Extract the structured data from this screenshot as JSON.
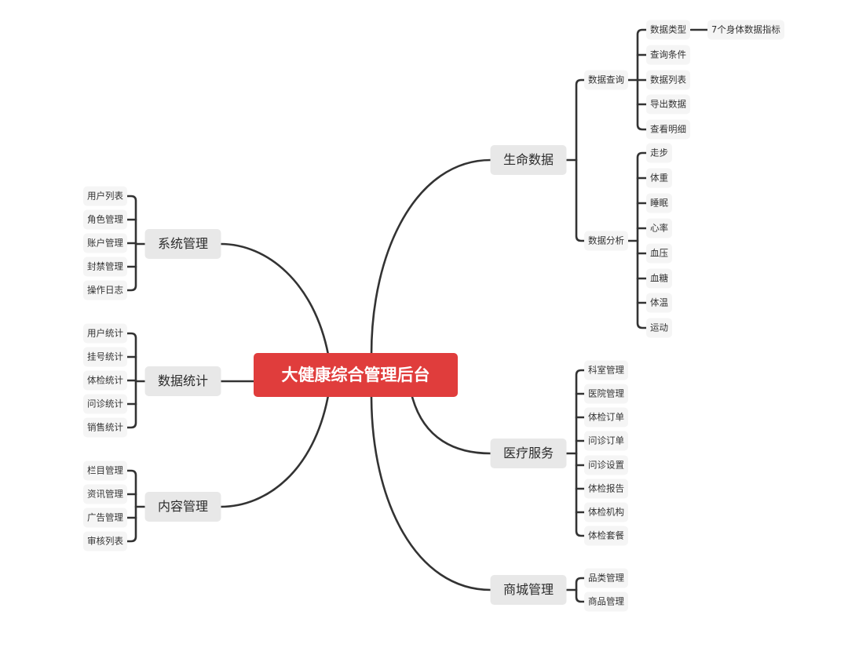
{
  "root": "大健康综合管理后台",
  "branches": {
    "life": {
      "label": "生命数据",
      "query": {
        "label": "数据查询",
        "items": [
          "数据类型",
          "查询条件",
          "数据列表",
          "导出数据",
          "查看明细"
        ],
        "extra": "7个身体数据指标"
      },
      "analysis": {
        "label": "数据分析",
        "items": [
          "走步",
          "体重",
          "睡眠",
          "心率",
          "血压",
          "血糖",
          "体温",
          "运动"
        ]
      }
    },
    "medical": {
      "label": "医疗服务",
      "items": [
        "科室管理",
        "医院管理",
        "体检订单",
        "问诊订单",
        "问诊设置",
        "体检报告",
        "体检机构",
        "体检套餐"
      ]
    },
    "mall": {
      "label": "商城管理",
      "items": [
        "品类管理",
        "商品管理"
      ]
    },
    "system": {
      "label": "系统管理",
      "items": [
        "用户列表",
        "角色管理",
        "账户管理",
        "封禁管理",
        "操作日志"
      ]
    },
    "stats": {
      "label": "数据统计",
      "items": [
        "用户统计",
        "挂号统计",
        "体检统计",
        "问诊统计",
        "销售统计"
      ]
    },
    "content": {
      "label": "内容管理",
      "items": [
        "栏目管理",
        "资讯管理",
        "广告管理",
        "审核列表"
      ]
    }
  },
  "colors": {
    "root": "#e03d3c",
    "line": "#333333"
  }
}
